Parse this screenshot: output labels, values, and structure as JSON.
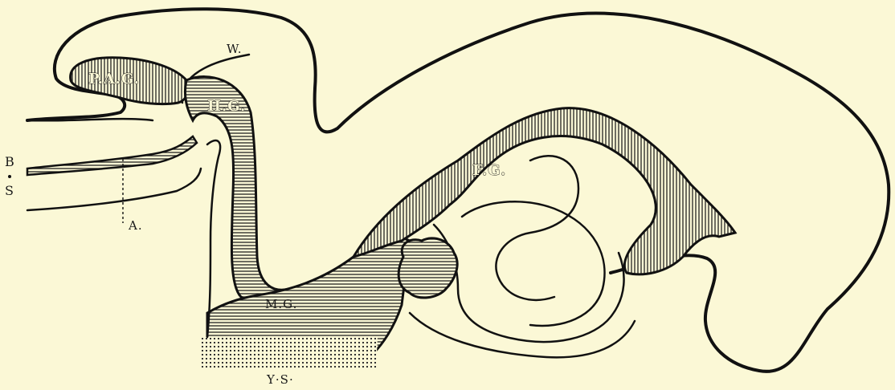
{
  "labels": {
    "w": "W.",
    "pag": "P.A.G.",
    "hg": "H.G.",
    "fg": "F.G.",
    "mg": "M.G.",
    "ys": "Y·S·",
    "a": "A.",
    "b": "B",
    "s": "S"
  },
  "colors": {
    "background": "#fbf8d6",
    "ink": "#111111"
  }
}
